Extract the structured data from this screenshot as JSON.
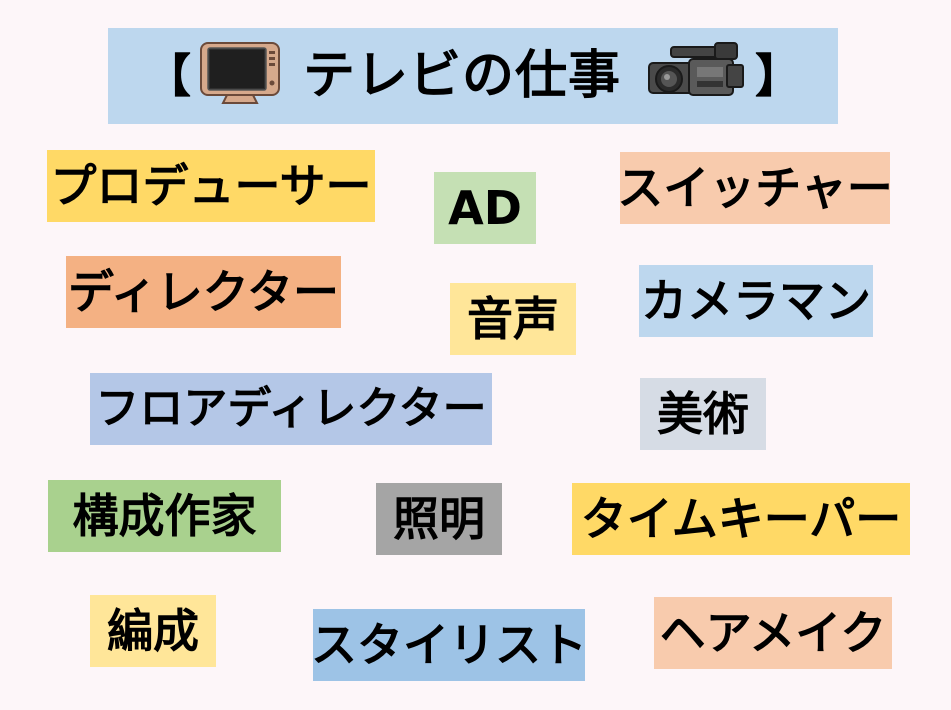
{
  "title": {
    "open_bracket": "【",
    "text": "テレビの仕事",
    "close_bracket": "】",
    "left_icon": "tv-icon",
    "right_icon": "video-camera-icon",
    "background": "#bdd7ee"
  },
  "jobs": [
    {
      "label": "プロデューサー",
      "color": "#ffd966"
    },
    {
      "label": "AD",
      "color": "#c5e0b4"
    },
    {
      "label": "スイッチャー",
      "color": "#f8cbad"
    },
    {
      "label": "ディレクター",
      "color": "#f4b183"
    },
    {
      "label": "音声",
      "color": "#ffe699"
    },
    {
      "label": "カメラマン",
      "color": "#bdd7ee"
    },
    {
      "label": "フロアディレクター",
      "color": "#b4c7e7"
    },
    {
      "label": "美術",
      "color": "#d6dce5"
    },
    {
      "label": "構成作家",
      "color": "#a9d18e"
    },
    {
      "label": "照明",
      "color": "#a5a5a5"
    },
    {
      "label": "タイムキーパー",
      "color": "#ffd966"
    },
    {
      "label": "編成",
      "color": "#ffe699"
    },
    {
      "label": "スタイリスト",
      "color": "#9dc3e6"
    },
    {
      "label": "ヘアメイク",
      "color": "#f8cbad"
    }
  ]
}
